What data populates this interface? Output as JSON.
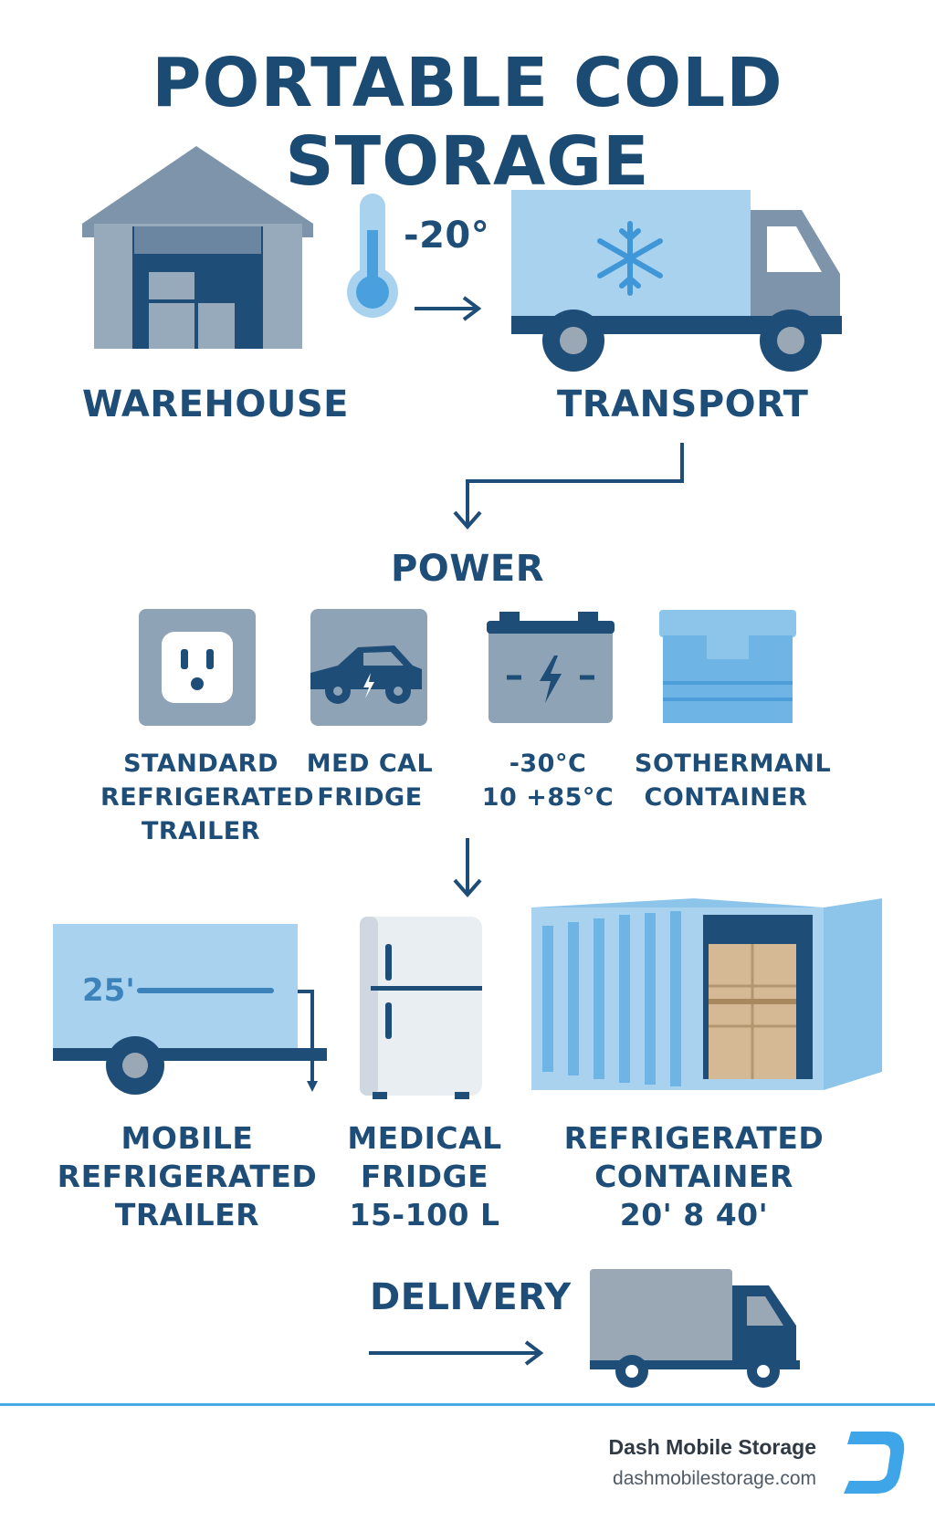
{
  "title": "PORTABLE COLD STORAGE",
  "temperature": "-20°",
  "stages": {
    "warehouse": "WAREHOUSE",
    "transport": "TRANSPORT",
    "power": "POWER",
    "delivery": "DELIVERY"
  },
  "power_options": [
    {
      "label": "STANDARD\nREFRIGERATED\nTRAILER",
      "icon": "outlet-icon"
    },
    {
      "label": "MED CAL\nFRIDGE",
      "icon": "car-icon"
    },
    {
      "label": "-30°C\n10 +85°C",
      "icon": "battery-icon"
    },
    {
      "label": "SOTHERMANL\nCONTAINER",
      "icon": "cooler-box-icon"
    }
  ],
  "units": [
    {
      "label": "MOBILE\nREFRIGERATED\nTRAILER",
      "icon": "trailer-icon",
      "size_tag": "25'"
    },
    {
      "label": "MEDICAL\nFRIDGE\n15-100 L",
      "icon": "fridge-icon"
    },
    {
      "label": "REFRIGERATED\nCONTAINER\n20' 8 40'",
      "icon": "shipping-container-icon"
    }
  ],
  "brand": {
    "name": "Dash Mobile Storage",
    "url": "dashmobilestorage.com",
    "logo": "dash-logo-icon"
  },
  "colors": {
    "navy": "#1e4d78",
    "light_blue": "#a9d2ef",
    "mid_blue": "#8fa3b6",
    "accent": "#4aa9e6"
  }
}
